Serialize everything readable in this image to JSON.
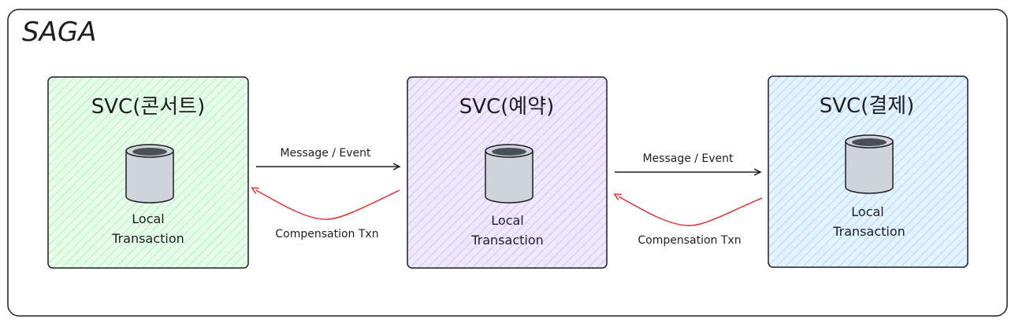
{
  "title": "SAGA",
  "services": [
    {
      "name": "SVC(콘서트)",
      "db_label_line1": "Local",
      "db_label_line2": "Transaction",
      "fill": "#d3f9d8",
      "hatch": "#b2f2bb"
    },
    {
      "name": "SVC(예약)",
      "db_label_line1": "Local",
      "db_label_line2": "Transaction",
      "fill": "#e5dbff",
      "hatch": "#d0bfff"
    },
    {
      "name": "SVC(결제)",
      "db_label_line1": "Local",
      "db_label_line2": "Transaction",
      "fill": "#d0ebff",
      "hatch": "#a5d8ff"
    }
  ],
  "arrows": [
    {
      "forward_label": "Message / Event",
      "compensation_label": "Compensation Txn"
    },
    {
      "forward_label": "Message / Event",
      "compensation_label": "Compensation Txn"
    }
  ],
  "colors": {
    "stroke": "#1e1e1e",
    "compensation": "#e03131",
    "cylinder_fill": "#ced4da",
    "cylinder_top": "#495057"
  },
  "icons": [
    "database-icon"
  ]
}
